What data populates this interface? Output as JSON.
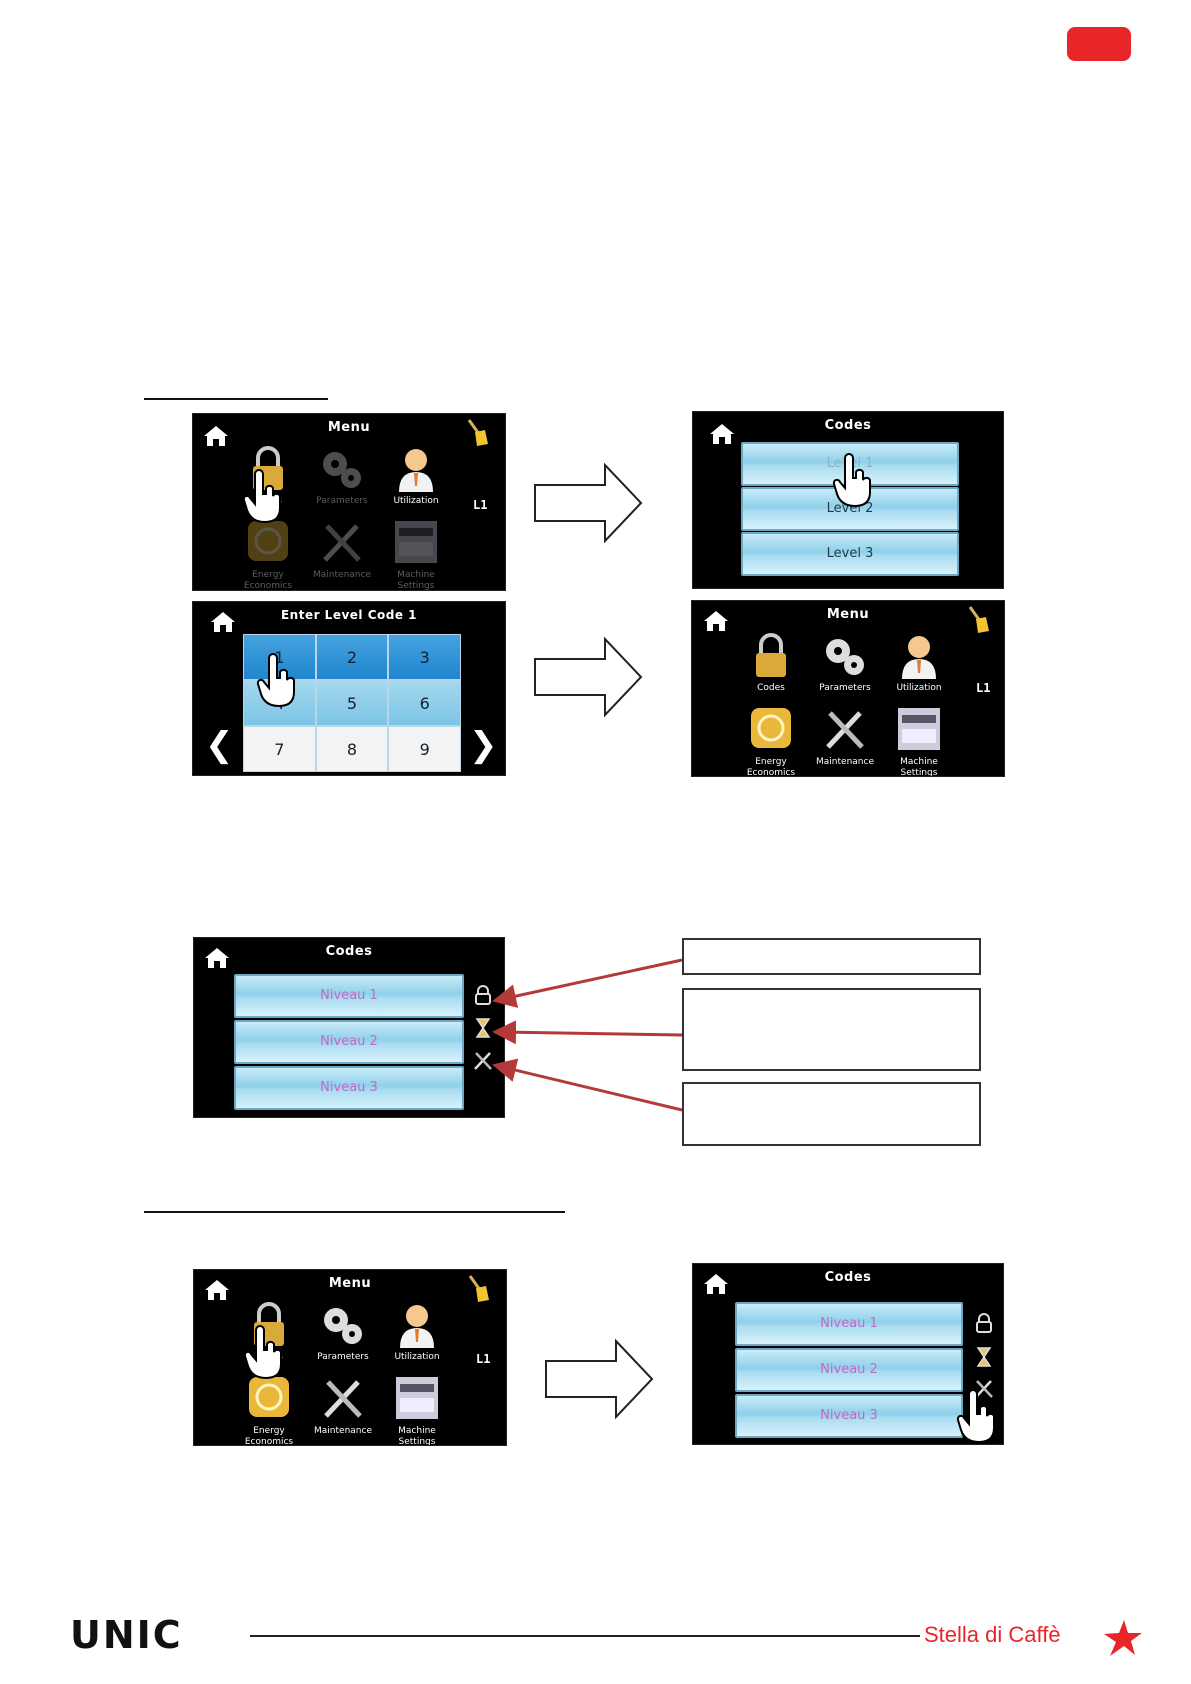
{
  "menu_screen": {
    "title": "Menu",
    "items": [
      "Codes",
      "Parameters",
      "Utilization",
      "Energy Economics",
      "Maintenance",
      "Machine Settings"
    ],
    "level_tag": "L1"
  },
  "codes_screen_en": {
    "title": "Codes",
    "buttons": [
      "Level 1",
      "Level 2",
      "Level 3"
    ]
  },
  "keypad_screen": {
    "title": "Enter Level Code 1",
    "keys": [
      "1",
      "2",
      "3",
      "4",
      "5",
      "6",
      "7",
      "8",
      "9"
    ],
    "prev_arrow": "❮",
    "next_arrow": "❯"
  },
  "codes_screen_fr": {
    "title": "Codes",
    "buttons": [
      "Niveau 1",
      "Niveau 2",
      "Niveau 3"
    ]
  },
  "icons": {
    "home": "home-icon",
    "broom": "broom-icon",
    "lock": "lock-icon",
    "gears": "gears-icon",
    "user": "user-icon",
    "energy": "energy-icon",
    "tools": "tools-icon",
    "machine": "machine-icon",
    "hourglass": "hourglass-icon",
    "hand": "hand-pointer-icon"
  },
  "footer": {
    "brand_left": "UNIC",
    "brand_right": "Stella di Caffè"
  },
  "colors": {
    "accent_red": "#e8262a",
    "callout_arrow": "#b43a3a"
  }
}
